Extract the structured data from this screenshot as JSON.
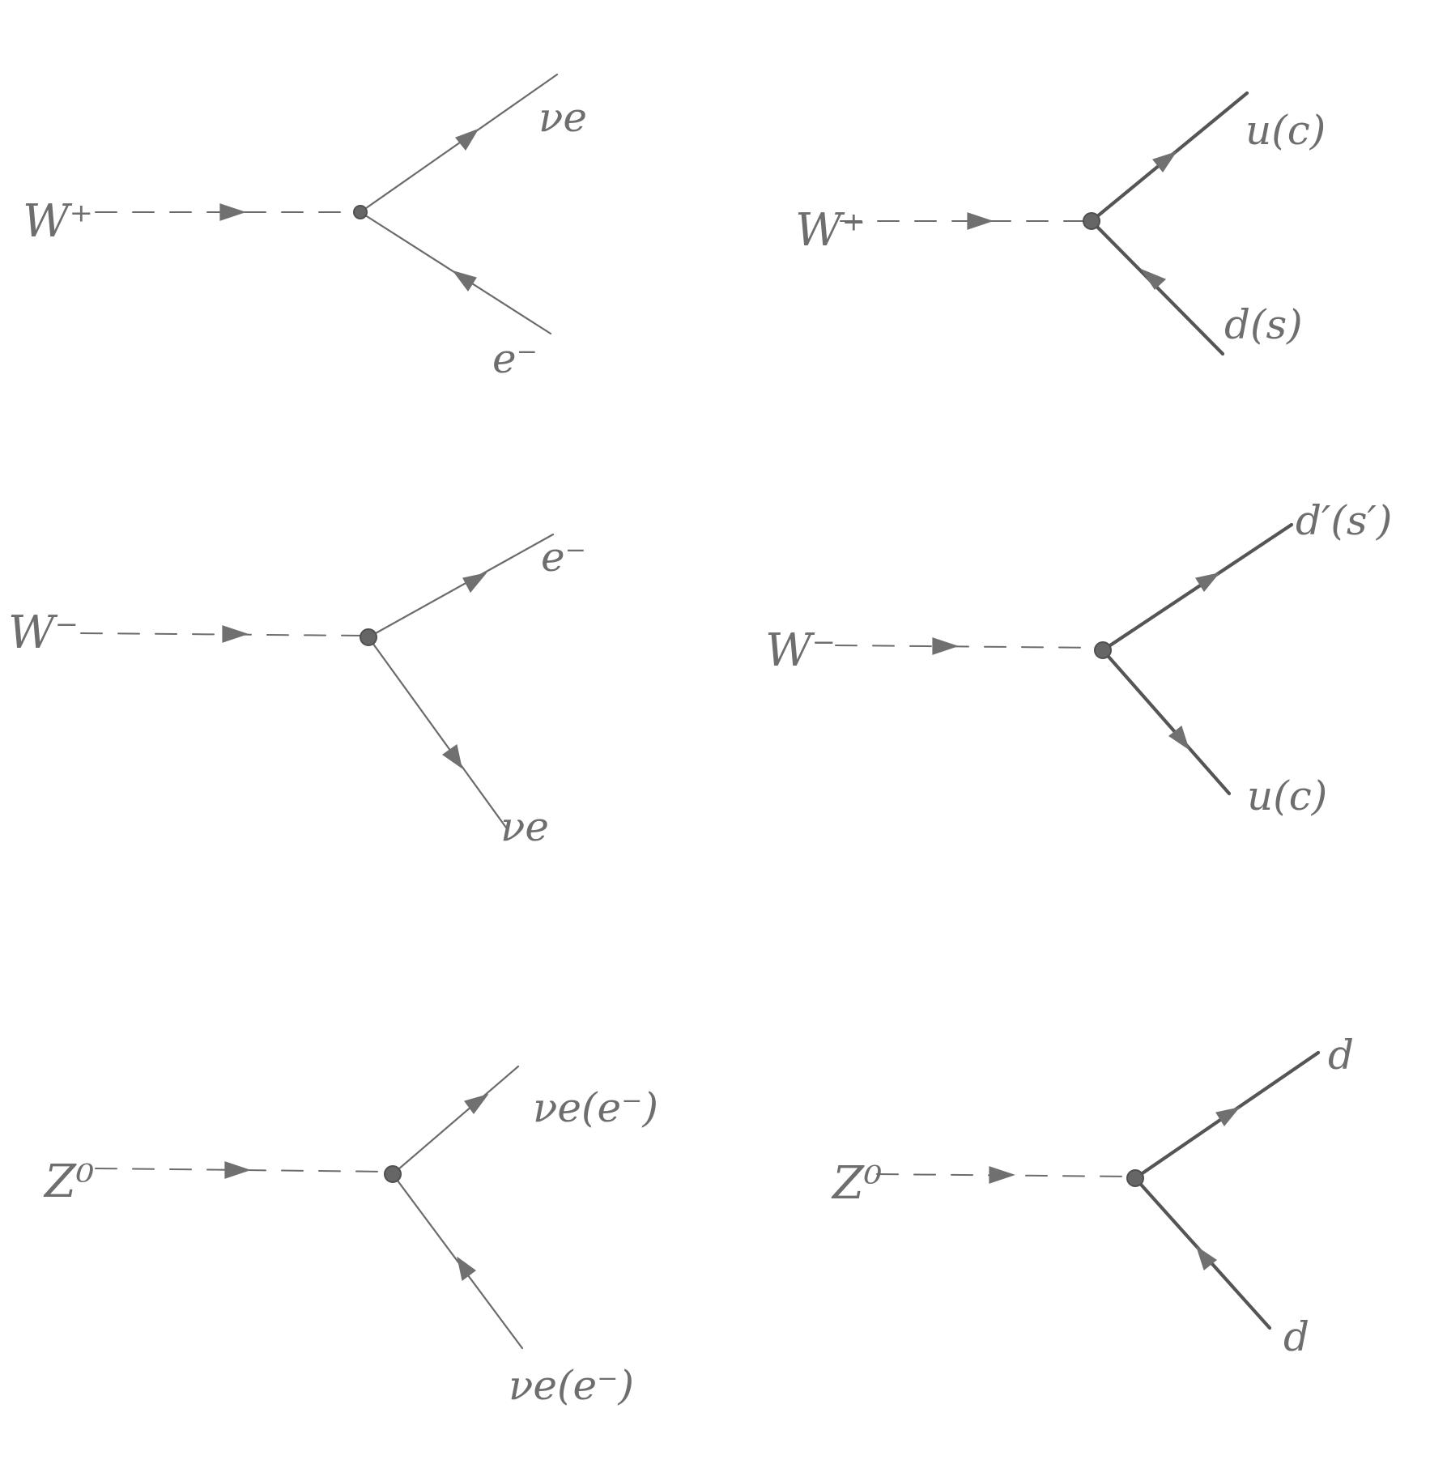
{
  "colors": {
    "pencil": "#6b6b6b",
    "paper": "#ffffff"
  },
  "diagrams": [
    {
      "id": "w-plus-lepton",
      "boson": "W⁺",
      "kind": "lepton",
      "top": "νe",
      "bottom": "e⁻",
      "top_arrow": "out",
      "bottom_arrow": "in"
    },
    {
      "id": "w-plus-quark",
      "boson": "W⁺",
      "kind": "quark",
      "top": "u(c)",
      "bottom": "d(s)",
      "top_arrow": "out",
      "bottom_arrow": "in"
    },
    {
      "id": "w-minus-lepton",
      "boson": "W⁻",
      "kind": "lepton",
      "top": "e⁻",
      "bottom": "νe",
      "top_arrow": "out",
      "bottom_arrow": "out"
    },
    {
      "id": "w-minus-quark",
      "boson": "W⁻",
      "kind": "quark",
      "top": "d′(s′)",
      "bottom": "u(c)",
      "top_arrow": "out",
      "bottom_arrow": "out"
    },
    {
      "id": "z-lepton",
      "boson": "Z⁰",
      "kind": "lepton",
      "top": "νe(e⁻)",
      "bottom": "νe(e⁻)",
      "top_arrow": "out",
      "bottom_arrow": "in"
    },
    {
      "id": "z-quark",
      "boson": "Z⁰",
      "kind": "quark",
      "top": "d",
      "bottom": "d",
      "top_arrow": "out",
      "bottom_arrow": "in"
    }
  ]
}
